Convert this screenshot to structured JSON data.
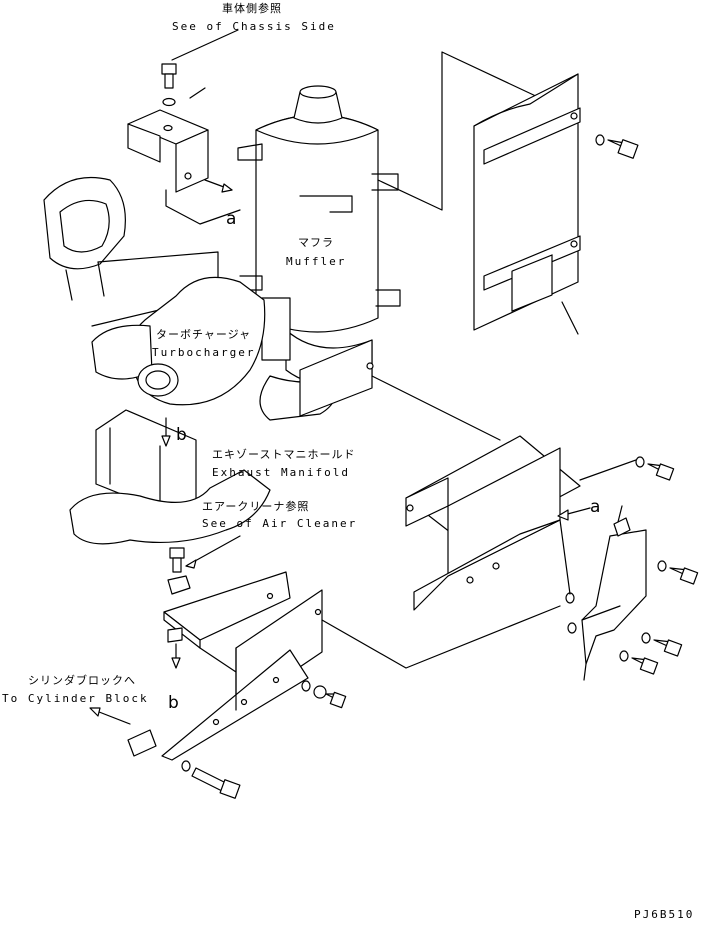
{
  "labels": {
    "chassis_jp": "車体側参照",
    "chassis_en": "See of Chassis Side",
    "muffler_jp": "マフラ",
    "muffler_en": "Muffler",
    "turbo_jp": "ターボチャージャ",
    "turbo_en": "Turbocharger",
    "manifold_jp": "エキゾーストマニホールド",
    "manifold_en": "Exhaust Manifold",
    "aircleaner_jp": "エアークリーナ参照",
    "aircleaner_en": "See of Air Cleaner",
    "cylinder_jp": "シリンダブロックへ",
    "cylinder_en": "To Cylinder Block",
    "ref_a": "a",
    "ref_b": "b",
    "drawing_code": "PJ6B510"
  }
}
